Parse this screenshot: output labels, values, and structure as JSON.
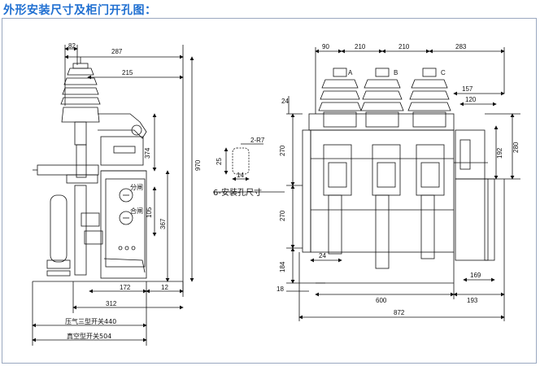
{
  "page": {
    "title": "外形安装尺寸及柜门开孔图："
  },
  "side_view": {
    "dims_top": [
      "82",
      "287",
      "215"
    ],
    "dims_right": [
      "374",
      "970",
      "105",
      "367"
    ],
    "dims_bottom": [
      "172",
      "12",
      "312"
    ],
    "panel_labels": [
      "分闸",
      "合闸"
    ],
    "bottom_labels": [
      "压气三型开关440",
      "真空型开关504"
    ]
  },
  "cutout_detail": {
    "label_r": "2-R7",
    "dim_25": "25",
    "dim_14": "14",
    "hole_label": "6-安装孔尺寸"
  },
  "front_view": {
    "dims_top": [
      "90",
      "210",
      "210",
      "283"
    ],
    "phase_labels": [
      "A",
      "B",
      "C"
    ],
    "dims_right_inner": [
      "157",
      "120",
      "192",
      "280"
    ],
    "dims_left": [
      "24",
      "270",
      "270",
      "184",
      "18",
      "24"
    ],
    "dims_bottom": [
      "600",
      "193",
      "169",
      "872"
    ]
  },
  "colors": {
    "title": "#1f6fd1",
    "line": "#111111"
  }
}
